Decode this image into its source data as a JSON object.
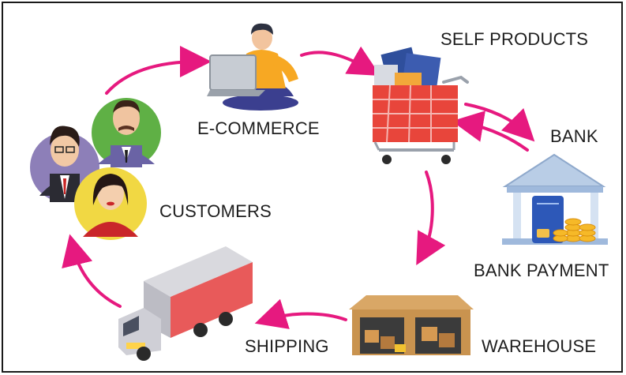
{
  "labels": {
    "self_products": "SELF PRODUCTS",
    "ecommerce": "E-COMMERCE",
    "bank": "BANK",
    "customers": "CUSTOMERS",
    "bank_payment": "BANK PAYMENT",
    "shipping": "SHIPPING",
    "warehouse": "WAREHOUSE"
  },
  "colors": {
    "arrow": "#e6197f",
    "frame": "#1a1a1a",
    "bank": "#b9cde6",
    "truck": "#e85a5a",
    "warehouse": "#c9934f"
  },
  "icons": [
    "customers-group-icon",
    "laptop-user-icon",
    "shopping-cart-icon",
    "bank-icon",
    "credit-card-icon",
    "coins-icon",
    "warehouse-icon",
    "delivery-truck-icon"
  ]
}
